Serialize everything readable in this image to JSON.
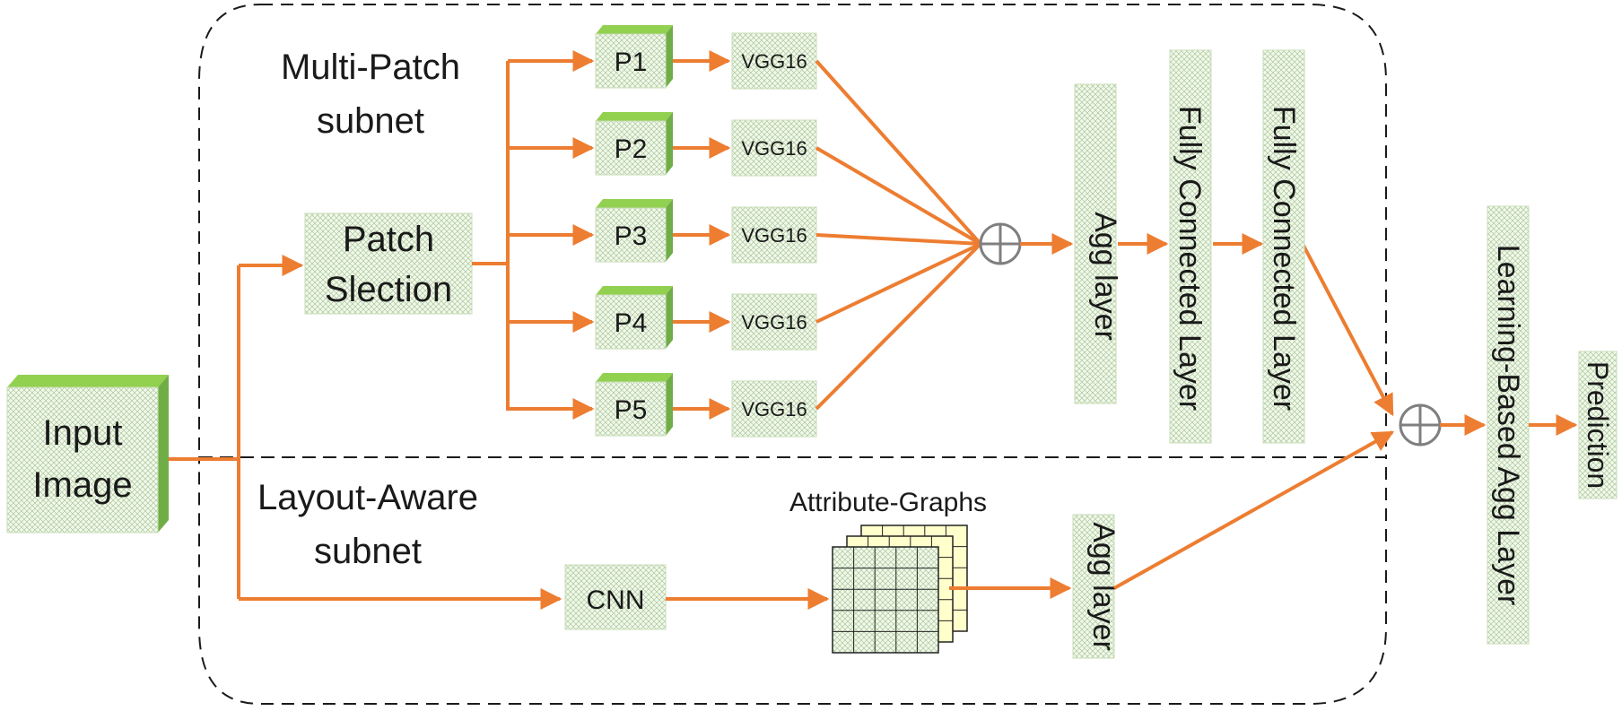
{
  "colors": {
    "arrow": "#ED7D31",
    "box_fill": "#F3F8EC",
    "box_pattern": "#9DC08B",
    "cube_side": "#70AD47",
    "cube_side_light": "#92D050",
    "grid_fill": "#FFFFCC",
    "sum_circle": "#7F7F7F",
    "dash_border": "#1a1a1a"
  },
  "input": {
    "label_line1": "Input",
    "label_line2": "Image"
  },
  "multi_patch": {
    "title_line1": "Multi-Patch",
    "title_line2": "subnet"
  },
  "layout_aware": {
    "title_line1": "Layout-Aware",
    "title_line2": "subnet"
  },
  "patch_selection": {
    "label_line1": "Patch",
    "label_line2": "Slection"
  },
  "patches": [
    {
      "patch": "P1",
      "net": "VGG16"
    },
    {
      "patch": "P2",
      "net": "VGG16"
    },
    {
      "patch": "P3",
      "net": "VGG16"
    },
    {
      "patch": "P4",
      "net": "VGG16"
    },
    {
      "patch": "P5",
      "net": "VGG16"
    }
  ],
  "agg_layer_top": "Agg layer",
  "fc_layer_1": "Fully Connected Layer",
  "fc_layer_2": "Fully Connected Layer",
  "cnn": "CNN",
  "attribute_graphs": "Attribute-Graphs",
  "agg_layer_bottom": "Agg layer",
  "learning_agg": "Learning-Based Agg Layer",
  "prediction": "Prediction",
  "icons": {
    "sum": "circled-plus-icon"
  }
}
